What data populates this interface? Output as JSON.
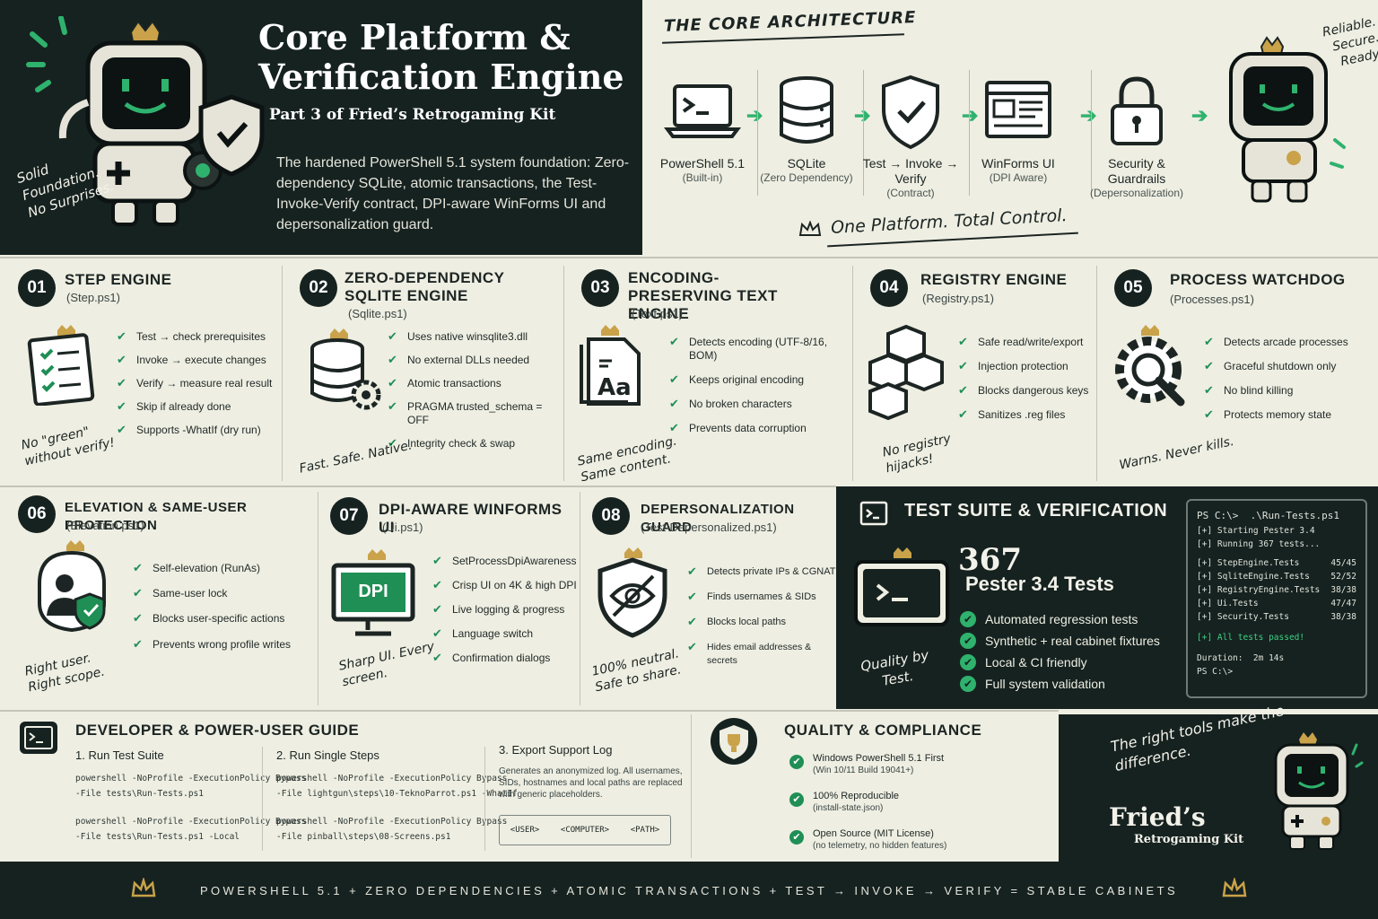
{
  "header": {
    "title_line1": "Core Platform &",
    "title_line2": "Verification Engine",
    "subtitle": "Part 3 of Fried’s Retrogaming Kit",
    "description": "The hardened PowerShell 5.1 system foundation: Zero-dependency SQLite, atomic transactions, the Test-Invoke-Verify contract, DPI-aware WinForms UI and depersonalization guard.",
    "slogan": "Solid Foundation. No Surprises."
  },
  "architecture": {
    "title": "THE CORE ARCHITECTURE",
    "nodes": [
      {
        "label": "PowerShell 5.1",
        "sub": "(Built-in)",
        "icon": "terminal-icon"
      },
      {
        "label": "SQLite",
        "sub": "(Zero Dependency)",
        "icon": "database-icon"
      },
      {
        "label": "Test → Invoke → Verify",
        "sub": "(Contract)",
        "icon": "shield-check-icon"
      },
      {
        "label": "WinForms UI",
        "sub": "(DPI Aware)",
        "icon": "window-icon"
      },
      {
        "label": "Security & Guardrails",
        "sub": "(Depersonalization)",
        "icon": "padlock-icon"
      }
    ],
    "tagline": "One Platform. Total Control.",
    "reliable": "Reliable. Secure. Ready."
  },
  "modules": [
    {
      "num": "01",
      "title": "STEP ENGINE",
      "file": "(Step.ps1)",
      "items": [
        "Test → check prerequisites",
        "Invoke → execute changes",
        "Verify → measure real result",
        "Skip if already done",
        "Supports -WhatIf (dry run)"
      ],
      "hand": "No \"green\" without verify!"
    },
    {
      "num": "02",
      "title": "ZERO-DEPENDENCY SQLITE ENGINE",
      "file": "(Sqlite.ps1)",
      "items": [
        "Uses native winsqlite3.dll",
        "No external DLLs needed",
        "Atomic transactions",
        "PRAGMA trusted_schema = OFF",
        "Integrity check & swap"
      ],
      "hand": "Fast. Safe. Native."
    },
    {
      "num": "03",
      "title": "ENCODING-PRESERVING TEXT ENGINE",
      "file": "(Text.ps1)",
      "items": [
        "Detects encoding (UTF-8/16, BOM)",
        "Keeps original encoding",
        "No broken characters",
        "Prevents data corruption"
      ],
      "hand": "Same encoding. Same content."
    },
    {
      "num": "04",
      "title": "REGISTRY ENGINE",
      "file": "(Registry.ps1)",
      "items": [
        "Safe read/write/export",
        "Injection protection",
        "Blocks dangerous keys",
        "Sanitizes .reg files"
      ],
      "hand": "No registry hijacks!"
    },
    {
      "num": "05",
      "title": "PROCESS WATCHDOG",
      "file": "(Processes.ps1)",
      "items": [
        "Detects arcade processes",
        "Graceful shutdown only",
        "No blind killing",
        "Protects memory state"
      ],
      "hand": "Warns. Never kills."
    },
    {
      "num": "06",
      "title": "ELEVATION & SAME-USER PROTECTION",
      "file": "(Elevation.ps1)",
      "items": [
        "Self-elevation (RunAs)",
        "Same-user lock",
        "Blocks user-specific actions",
        "Prevents wrong profile writes"
      ],
      "hand": "Right user. Right scope."
    },
    {
      "num": "07",
      "title": "DPI-AWARE WINFORMS UI",
      "file": "(Ui.ps1)",
      "items": [
        "SetProcessDpiAwareness",
        "Crisp UI on 4K & high DPI",
        "Live logging & progress",
        "Language switch",
        "Confirmation dialogs"
      ],
      "hand": "Sharp UI. Every screen.",
      "icon_text": "DPI"
    },
    {
      "num": "08",
      "title": "DEPERSONALIZATION GUARD",
      "file": "(Test-Depersonalized.ps1)",
      "items": [
        "Detects private IPs & CGNAT",
        "Finds usernames & SIDs",
        "Blocks local paths",
        "Hides email addresses & secrets"
      ],
      "hand": "100% neutral. Safe to share."
    }
  ],
  "tests": {
    "title": "TEST SUITE & VERIFICATION",
    "count": "367",
    "framework": "Pester 3.4 Tests",
    "items": [
      "Automated regression tests",
      "Synthetic + real cabinet fixtures",
      "Local & CI friendly",
      "Full system validation"
    ],
    "hand": "Quality by Test.",
    "terminal": {
      "prompt": "PS C:\\>  .\\Run-Tests.ps1",
      "starting": "[+] Starting Pester 3.4",
      "running": "[+] Running 367 tests...",
      "results": [
        {
          "name": "[+] StepEngine.Tests",
          "score": "45/45"
        },
        {
          "name": "[+] SqliteEngine.Tests",
          "score": "52/52"
        },
        {
          "name": "[+] RegistryEngine.Tests",
          "score": "38/38"
        },
        {
          "name": "[+] Ui.Tests",
          "score": "47/47"
        },
        {
          "name": "[+] Security.Tests",
          "score": "38/38"
        }
      ],
      "passed": "[+] All tests passed!",
      "duration": "Duration:  2m 14s",
      "end_prompt": "PS C:\\>"
    }
  },
  "guide": {
    "title": "DEVELOPER & POWER-USER GUIDE",
    "col1": {
      "heading": "1. Run Test Suite",
      "cmd1a": "powershell -NoProfile -ExecutionPolicy Bypass",
      "cmd1b": "-File tests\\Run-Tests.ps1",
      "cmd2a": "powershell -NoProfile -ExecutionPolicy Bypass",
      "cmd2b": "-File tests\\Run-Tests.ps1 -Local"
    },
    "col2": {
      "heading": "2. Run Single Steps",
      "cmd1a": "powershell -NoProfile -ExecutionPolicy Bypass",
      "cmd1b": "-File lightgun\\steps\\10-TeknoParrot.ps1 -WhatIf",
      "cmd2a": "powershell -NoProfile -ExecutionPolicy Bypass",
      "cmd2b": "-File pinball\\steps\\08-Screens.ps1"
    },
    "col3": {
      "heading": "3. Export Support Log",
      "desc": "Generates an anonymized log. All usernames, SIDs, hostnames and local paths are replaced with generic placeholders.",
      "placeholders": [
        "<USER>",
        "<COMPUTER>",
        "<PATH>"
      ]
    }
  },
  "quality": {
    "title": "QUALITY & COMPLIANCE",
    "items": [
      {
        "label": "Windows PowerShell 5.1 First",
        "sub": "(Win 10/11 Build 19041+)"
      },
      {
        "label": "100% Reproducible",
        "sub": "(install-state.json)"
      },
      {
        "label": "Open Source (MIT License)",
        "sub": "(no telemetry, no hidden features)"
      }
    ]
  },
  "brand": {
    "hand": "The right tools make the difference.",
    "name": "Fried’s",
    "sub": "Retrogaming Kit"
  },
  "footer": {
    "text": "POWERSHELL 5.1  +  ZERO DEPENDENCIES  +  ATOMIC TRANSACTIONS  +  TEST → INVOKE → VERIFY  =  STABLE CABINETS"
  },
  "colors": {
    "dark": "#162220",
    "paper": "#eeeee2",
    "accent": "#2fb26d",
    "crown": "#c9a24a"
  }
}
